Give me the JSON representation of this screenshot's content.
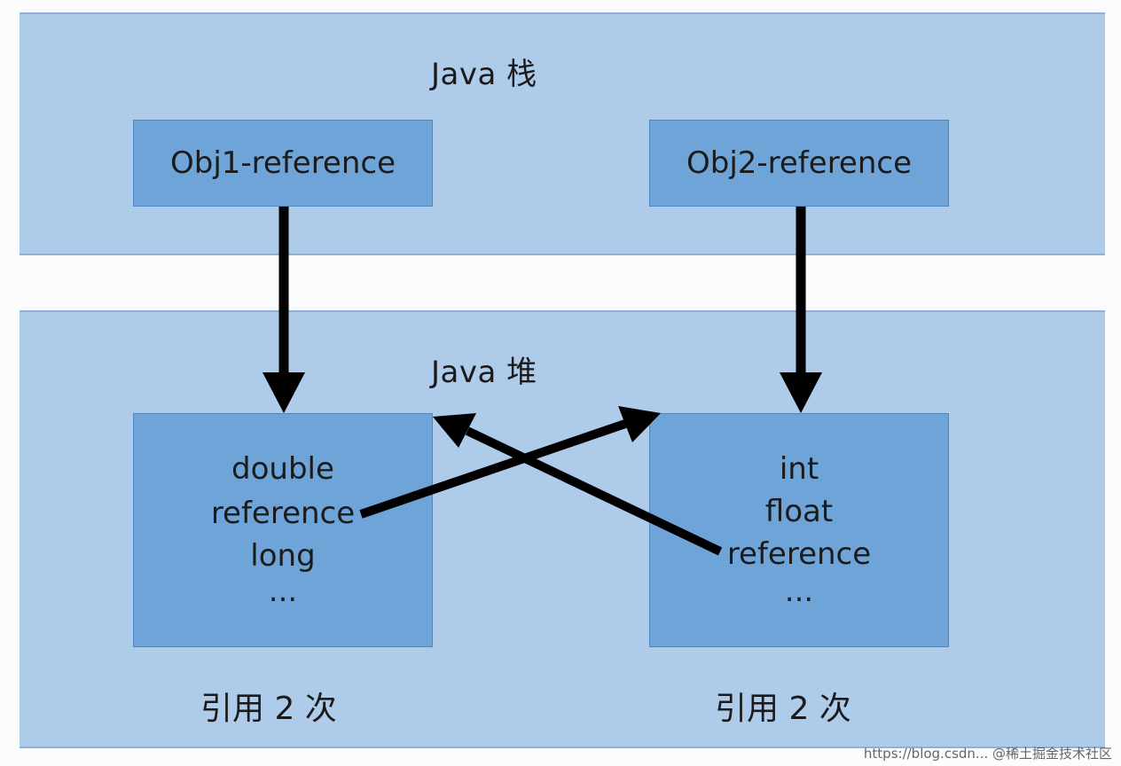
{
  "stack": {
    "title": "Java 栈"
  },
  "heap": {
    "title": "Java 堆"
  },
  "references": [
    {
      "label": "Obj1-reference"
    },
    {
      "label": "Obj2-reference"
    }
  ],
  "objects": [
    {
      "fields": [
        "double",
        "reference",
        "long",
        "..."
      ],
      "count_label": "引用 2 次"
    },
    {
      "fields": [
        "int",
        "float",
        "reference",
        "..."
      ],
      "count_label": "引用 2 次"
    }
  ],
  "watermark": "https://blog.csdn... @稀土掘金技术社区",
  "colors": {
    "band": "#aecbea",
    "box": "#6fa4d9",
    "arrow": "#000000"
  }
}
